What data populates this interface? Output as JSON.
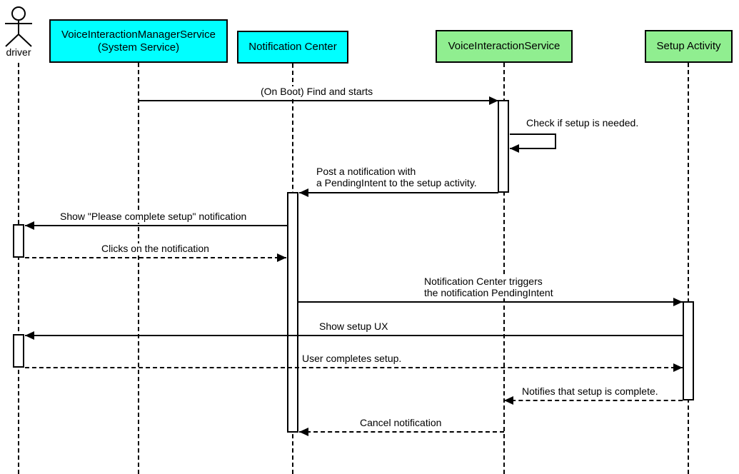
{
  "colors": {
    "participant_cyan": "#00FFFF",
    "participant_green": "#90EE90",
    "line": "#000000",
    "background": "#FFFFFF"
  },
  "participants": [
    {
      "label": "driver",
      "kind": "actor"
    },
    {
      "label": "VoiceInteractionManagerService\n(System Service)",
      "kind": "box",
      "fill": "#00FFFF"
    },
    {
      "label": "Notification Center",
      "kind": "box",
      "fill": "#00FFFF"
    },
    {
      "label": "VoiceInteractionService",
      "kind": "box",
      "fill": "#90EE90"
    },
    {
      "label": "Setup Activity",
      "kind": "box",
      "fill": "#90EE90"
    }
  ],
  "messages": [
    {
      "from": "VoiceInteractionManagerService (System Service)",
      "to": "VoiceInteractionService",
      "label": "(On Boot) Find and starts",
      "line": "solid"
    },
    {
      "from": "VoiceInteractionService",
      "to": "VoiceInteractionService",
      "label": "Check if setup is needed.",
      "line": "solid-self"
    },
    {
      "from": "VoiceInteractionService",
      "to": "Notification Center",
      "label": "Post a notification with\na PendingIntent to the setup activity.",
      "line": "solid"
    },
    {
      "from": "Notification Center",
      "to": "driver",
      "label": "Show \"Please complete setup\" notification",
      "line": "solid"
    },
    {
      "from": "driver",
      "to": "Notification Center",
      "label": "Clicks on the notification",
      "line": "dashed"
    },
    {
      "from": "Notification Center",
      "to": "Setup Activity",
      "label": "Notification Center triggers\nthe notification PendingIntent",
      "line": "solid"
    },
    {
      "from": "Setup Activity",
      "to": "driver",
      "label": "Show setup UX",
      "line": "solid"
    },
    {
      "from": "driver",
      "to": "Setup Activity",
      "label": "User completes setup.",
      "line": "dashed"
    },
    {
      "from": "Setup Activity",
      "to": "VoiceInteractionService",
      "label": "Notifies that setup is complete.",
      "line": "dashed"
    },
    {
      "from": "VoiceInteractionService",
      "to": "Notification Center",
      "label": "Cancel notification",
      "line": "dashed"
    }
  ]
}
